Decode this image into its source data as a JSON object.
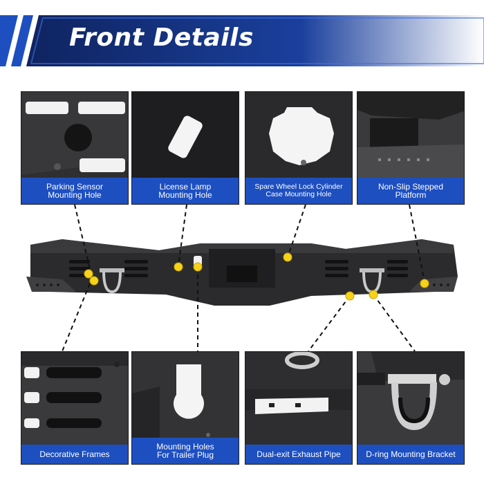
{
  "header": {
    "title": "Front Details"
  },
  "colors": {
    "banner_blue": "#1d4fc0",
    "banner_dark": "#0f2460",
    "marker_yellow": "#f6d21a",
    "panel_dark": "#2b2b2d"
  },
  "top_panels": [
    {
      "label": "Parking Sensor\nMounting Hole"
    },
    {
      "label": "License Lamp\nMounting Hole"
    },
    {
      "label": "Spare Wheel Lock Cylinder\nCase Mounting Hole"
    },
    {
      "label": "Non-Slip Stepped\nPlatform"
    }
  ],
  "bottom_panels": [
    {
      "label": "Decorative Frames"
    },
    {
      "label": "Mounting Holes\nFor Trailer Plug"
    },
    {
      "label": "Dual-exit Exhaust Pipe"
    },
    {
      "label": "D-ring Mounting Bracket"
    }
  ]
}
